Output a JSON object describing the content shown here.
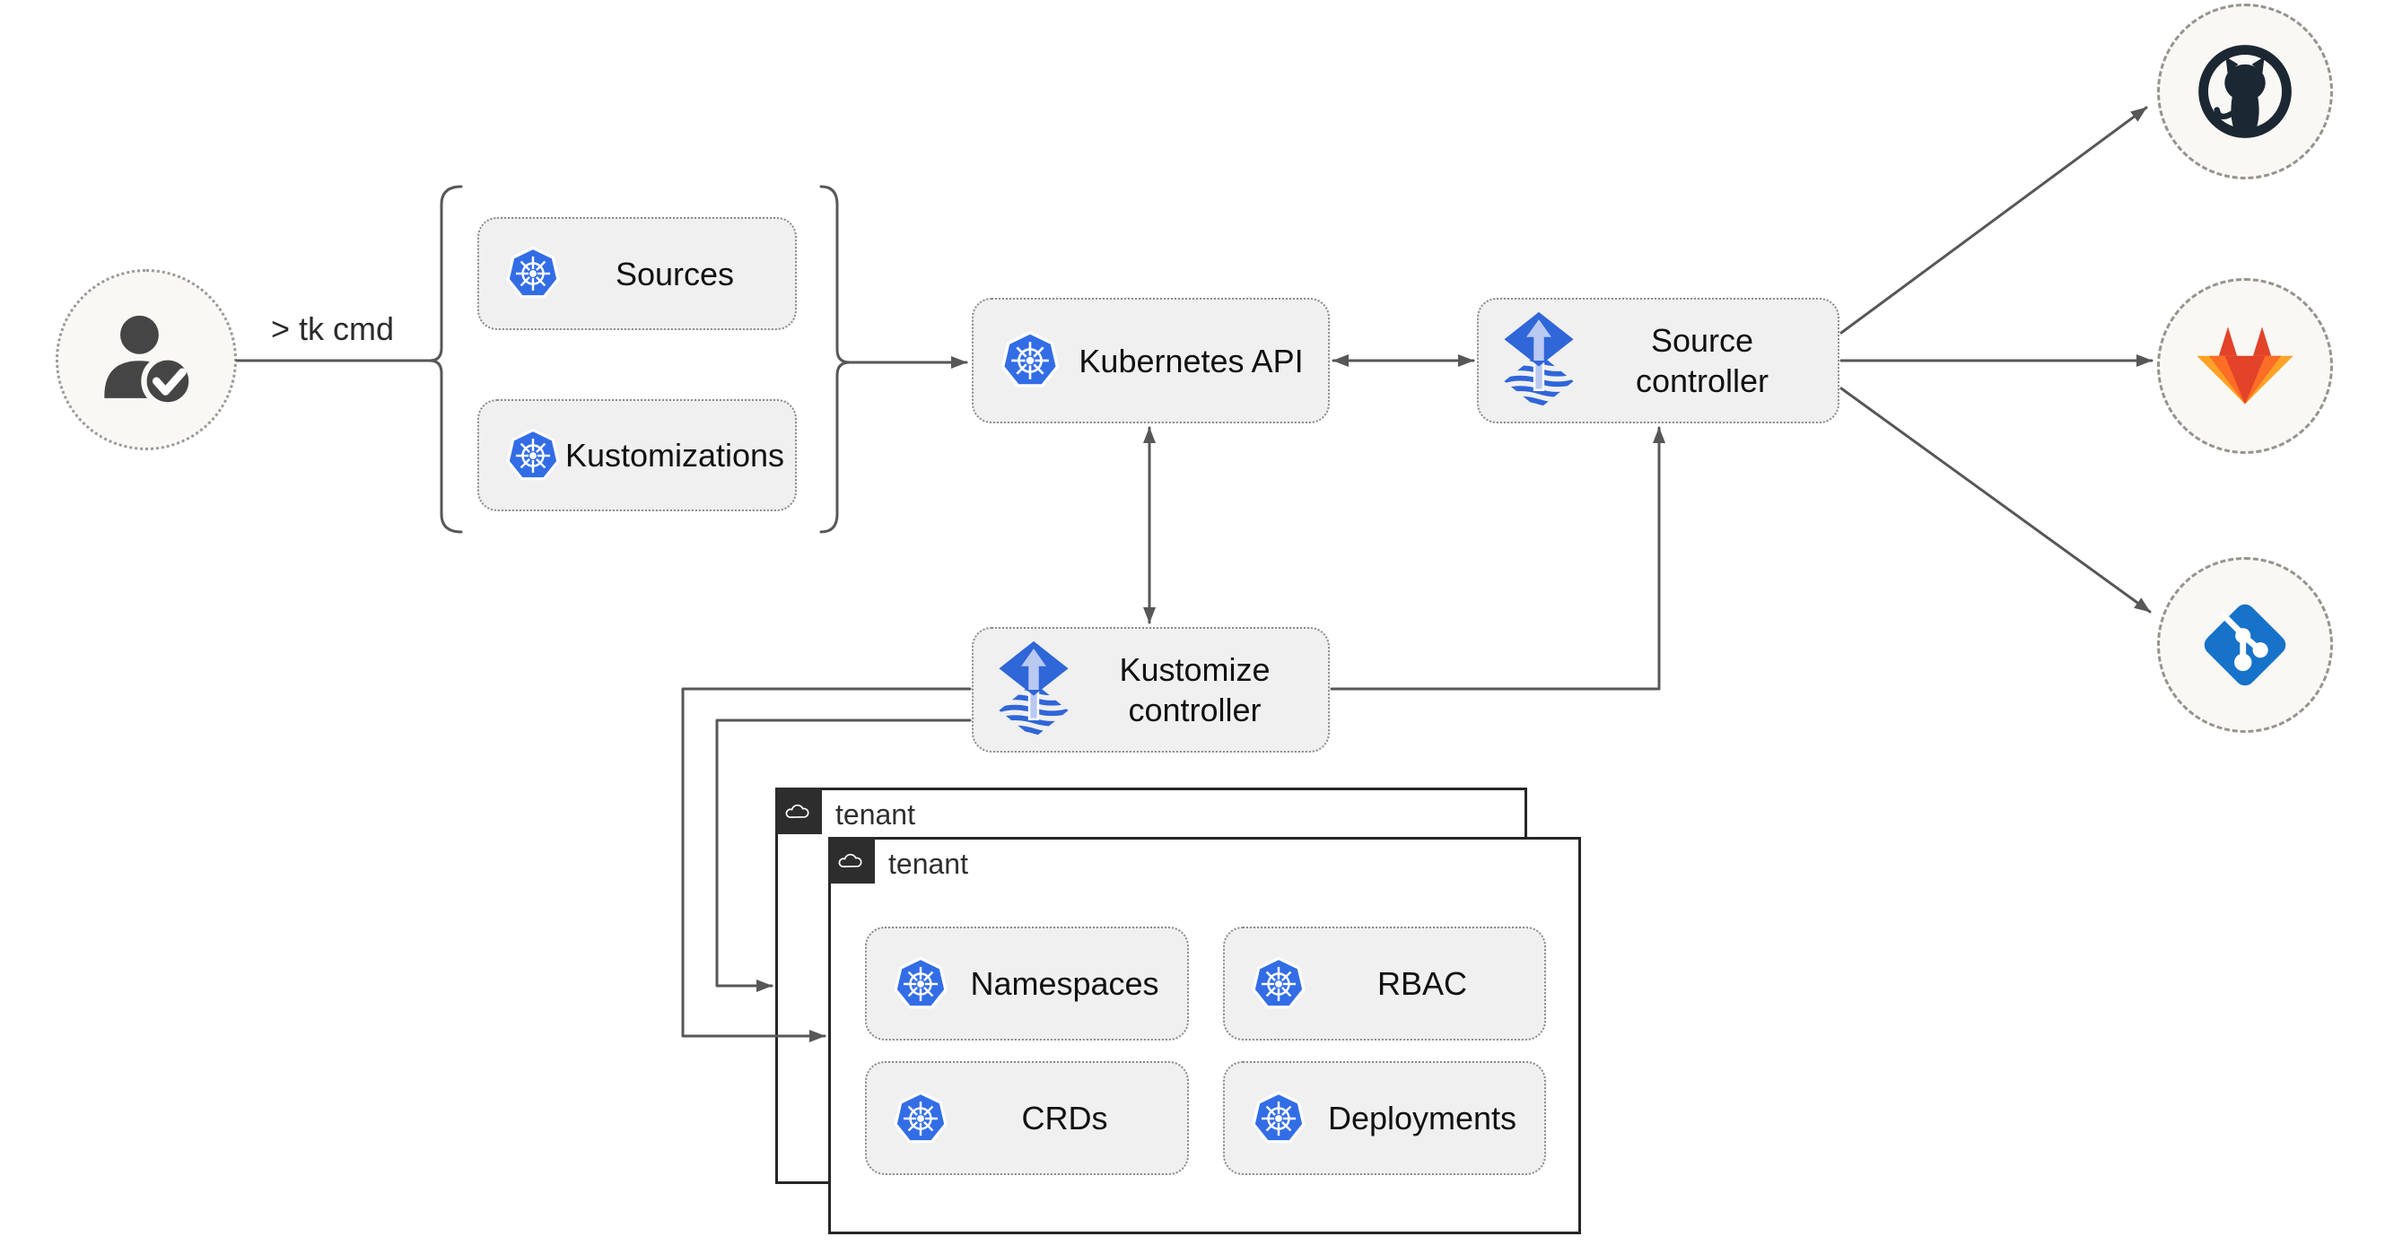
{
  "diagram": {
    "title": "Flux GitOps toolkit architecture diagram",
    "cli_label": "> tk cmd",
    "nodes": {
      "user": {
        "icon": "user-check-icon"
      },
      "sources": {
        "label": "Sources",
        "icon": "kubernetes-icon"
      },
      "kustomizations": {
        "label": "Kustomizations",
        "icon": "kubernetes-icon"
      },
      "kubernetes_api": {
        "label": "Kubernetes API",
        "icon": "kubernetes-icon"
      },
      "source_controller": {
        "label": "Source controller",
        "icon": "flux-icon"
      },
      "kustomize_controller": {
        "label": "Kustomize controller",
        "icon": "flux-icon"
      },
      "tenant_back": {
        "label": "tenant",
        "icon": "cloud-icon"
      },
      "tenant_front": {
        "label": "tenant",
        "icon": "cloud-icon"
      },
      "namespaces": {
        "label": "Namespaces",
        "icon": "kubernetes-icon"
      },
      "rbac": {
        "label": "RBAC",
        "icon": "kubernetes-icon"
      },
      "crds": {
        "label": "CRDs",
        "icon": "kubernetes-icon"
      },
      "deployments": {
        "label": "Deployments",
        "icon": "kubernetes-icon"
      }
    },
    "providers": [
      {
        "icon": "github-icon"
      },
      {
        "icon": "gitlab-icon"
      },
      {
        "icon": "git-icon"
      }
    ],
    "connections": [
      "user -> command brace group",
      "brace group -> Kubernetes API",
      "Kubernetes API <-> Source controller",
      "Kubernetes API <-> Kustomize controller",
      "Kustomize controller -> Source controller",
      "Kustomize controller -> tenant (front)",
      "Kustomize controller -> tenant (back)",
      "Source controller -> github",
      "Source controller -> gitlab",
      "Source controller -> git"
    ],
    "colors": {
      "kubernetes_blue": "#326de6",
      "flux_blue": "#2f66d8",
      "flux_arrow_light": "#b9c9f1",
      "node_fill": "#f0f0f0",
      "node_border": "#8b8b8b",
      "connector": "#575757",
      "tenant_border": "#262626",
      "tenant_header_bg": "#2d2d2d",
      "circle_fill": "#faf8f4",
      "github_dark": "#1b2732",
      "gitlab_red": "#e24329",
      "gitlab_orange": "#fc6d26",
      "gitlab_light_orange": "#fca326",
      "git_blue": "#1673c9",
      "user_icon_gray": "#454545"
    }
  }
}
